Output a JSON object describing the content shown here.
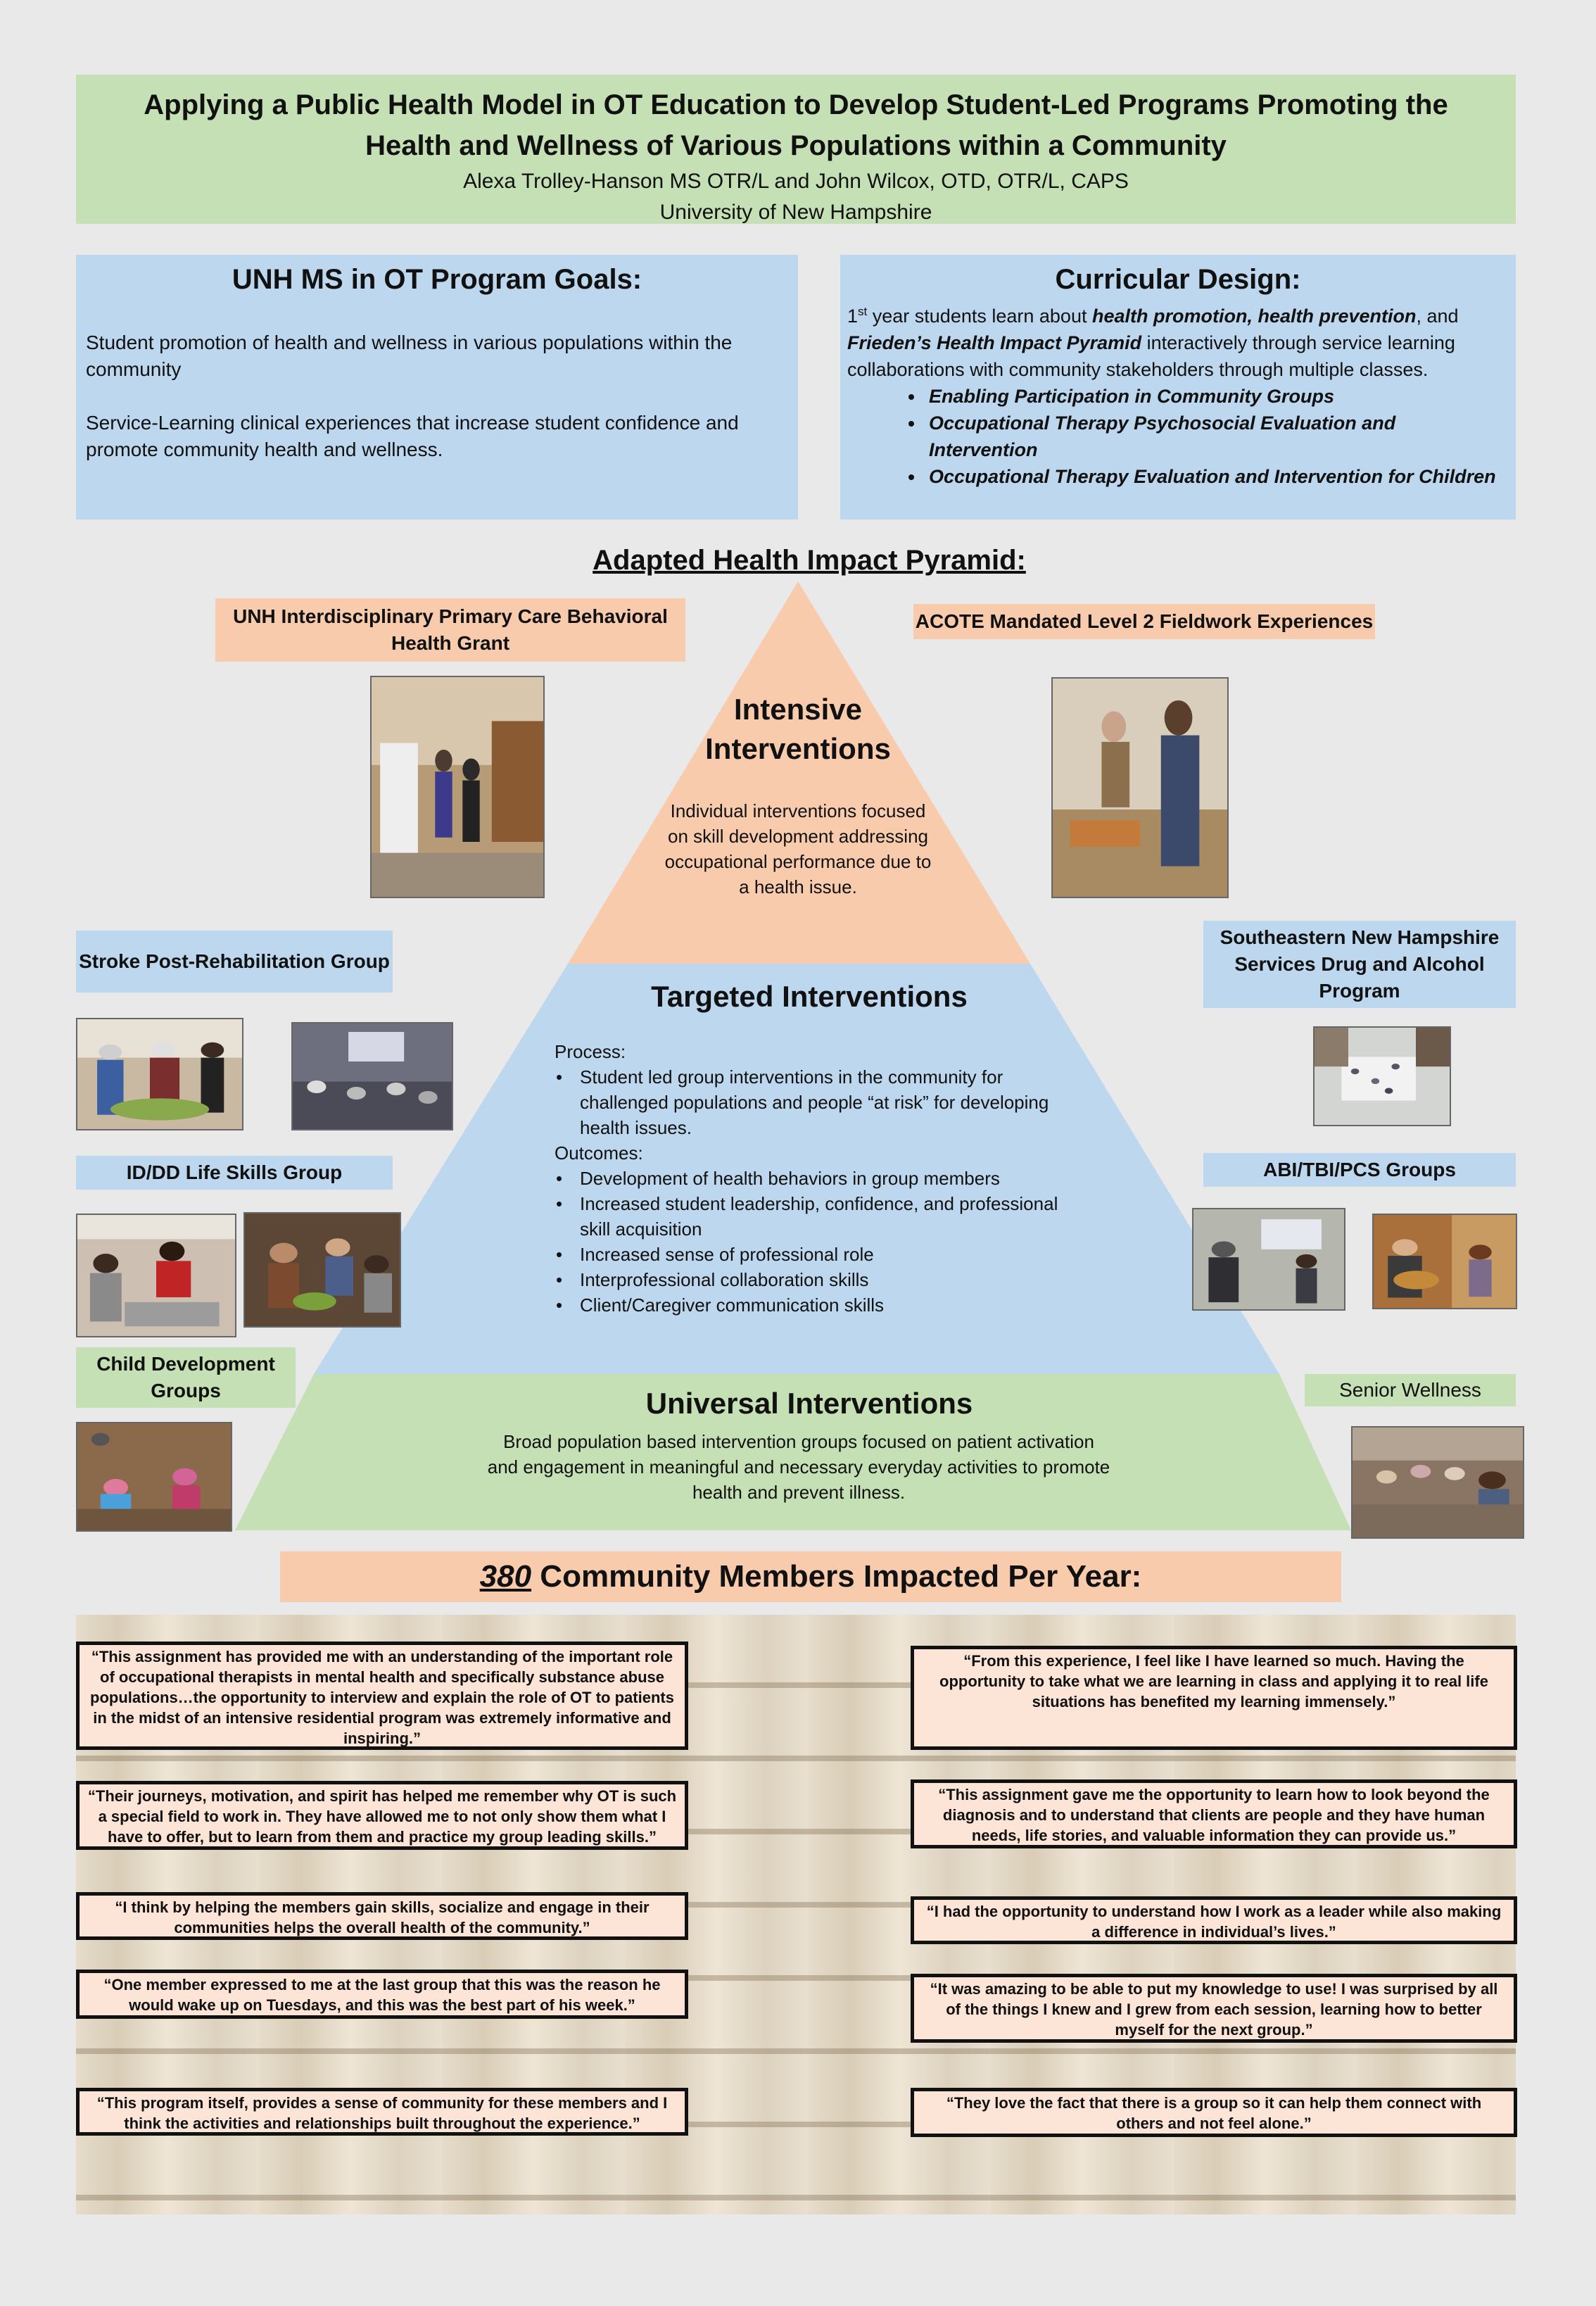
{
  "header": {
    "title_line1": "Applying a Public Health Model in OT Education to Develop Student-Led Programs Promoting the",
    "title_line2": "Health and Wellness of Various Populations within a Community",
    "authors": "Alexa Trolley-Hanson MS OTR/L and John Wilcox, OTD, OTR/L, CAPS",
    "institution": "University of New Hampshire"
  },
  "goals": {
    "heading": "UNH MS in OT Program Goals:",
    "p1": "Student promotion of health and wellness in various populations within the community",
    "p2": "Service-Learning  clinical experiences that  increase student confidence and promote community  health and wellness."
  },
  "design": {
    "heading": "Curricular Design:",
    "intro_1": "1",
    "intro_sup": "st",
    "intro_2": " year students learn about ",
    "intro_bold1": "health promotion, health prevention",
    "intro_3": ", and ",
    "intro_bold2": "Frieden’s Health Impact Pyramid",
    "intro_4": " interactively through service learning collaborations with community stakeholders through multiple classes.",
    "classes": [
      "Enabling Participation in Community Groups",
      "Occupational Therapy Psychosocial Evaluation and Intervention",
      "Occupational Therapy Evaluation and Intervention for Children"
    ]
  },
  "pyramid": {
    "heading": "Adapted Health Impact Pyramid:",
    "intensive_title": "Intensive Interventions",
    "intensive_desc": "Individual interventions focused on skill development addressing occupational performance due to a health issue.",
    "targeted_title": "Targeted Interventions",
    "process_label": "Process:",
    "process_items": [
      "Student led group interventions in the community for challenged populations and  people  “at risk” for developing health issues."
    ],
    "outcomes_label": "Outcomes:",
    "outcome_items": [
      "Development of health behaviors in group members",
      "Increased student leadership, confidence, and professional skill acquisition",
      "Increased sense of professional role",
      "Interprofessional collaboration skills",
      "Client/Caregiver communication skills"
    ],
    "universal_title": "Universal Interventions",
    "universal_desc": "Broad population based intervention groups focused on patient activation and engagement in meaningful and necessary everyday activities to promote health and prevent illness.",
    "colors": {
      "intensive": "#f8cbad",
      "targeted": "#bdd7ee",
      "universal": "#c5e0b4"
    }
  },
  "programs": {
    "grant": "UNH Interdisciplinary Primary Care Behavioral Health Grant",
    "fieldwork": "ACOTE Mandated Level 2 Fieldwork Experiences",
    "stroke": "Stroke Post-Rehabilitation Group",
    "drug": "Southeastern New Hampshire Services Drug and Alcohol Program",
    "iddd": "ID/DD Life Skills Group",
    "abi": "ABI/TBI/PCS Groups",
    "child": "Child Development Groups",
    "senior": "Senior Wellness"
  },
  "impact": {
    "number": "380",
    "text": " Community Members Impacted Per Year:"
  },
  "quotes_left": [
    "“This assignment has provided me with an understanding of the important role of occupational therapists in mental health and specifically substance abuse populations…the opportunity to interview and explain the role of OT to patients in the midst of an intensive residential program was extremely informative and inspiring.”",
    "“Their journeys, motivation, and spirit has helped me remember why OT is such a special field to work in. They have allowed me to not only show them what I have to offer, but to learn from them and practice my group leading skills.”",
    "“I think by helping the members gain skills, socialize and engage in their communities helps the overall health of the community.”",
    "“One member expressed to me at the last group that this was the reason he would wake up on Tuesdays, and this was the best part of his week.”",
    "“This program itself, provides a sense of community for these members and I think the activities and relationships built throughout the experience.”"
  ],
  "quotes_right": [
    "“From this experience, I feel like I have learned so much. Having the opportunity to take what we are learning in class and applying it to real life situations has benefited my learning immensely.”",
    "“This assignment gave me the opportunity to learn how to look beyond the diagnosis and to understand that clients are people and they have human needs, life stories, and valuable information they can provide us.”",
    "“I had the opportunity to understand how I work as a leader while also making a difference in individual’s lives.”",
    "“It was amazing to be able to put my knowledge to use! I was surprised by all of the things I knew and I grew from each session, learning how to better myself for the next group.”",
    "“They love the fact that there is a group so it can help them connect with others and not feel alone.”"
  ]
}
